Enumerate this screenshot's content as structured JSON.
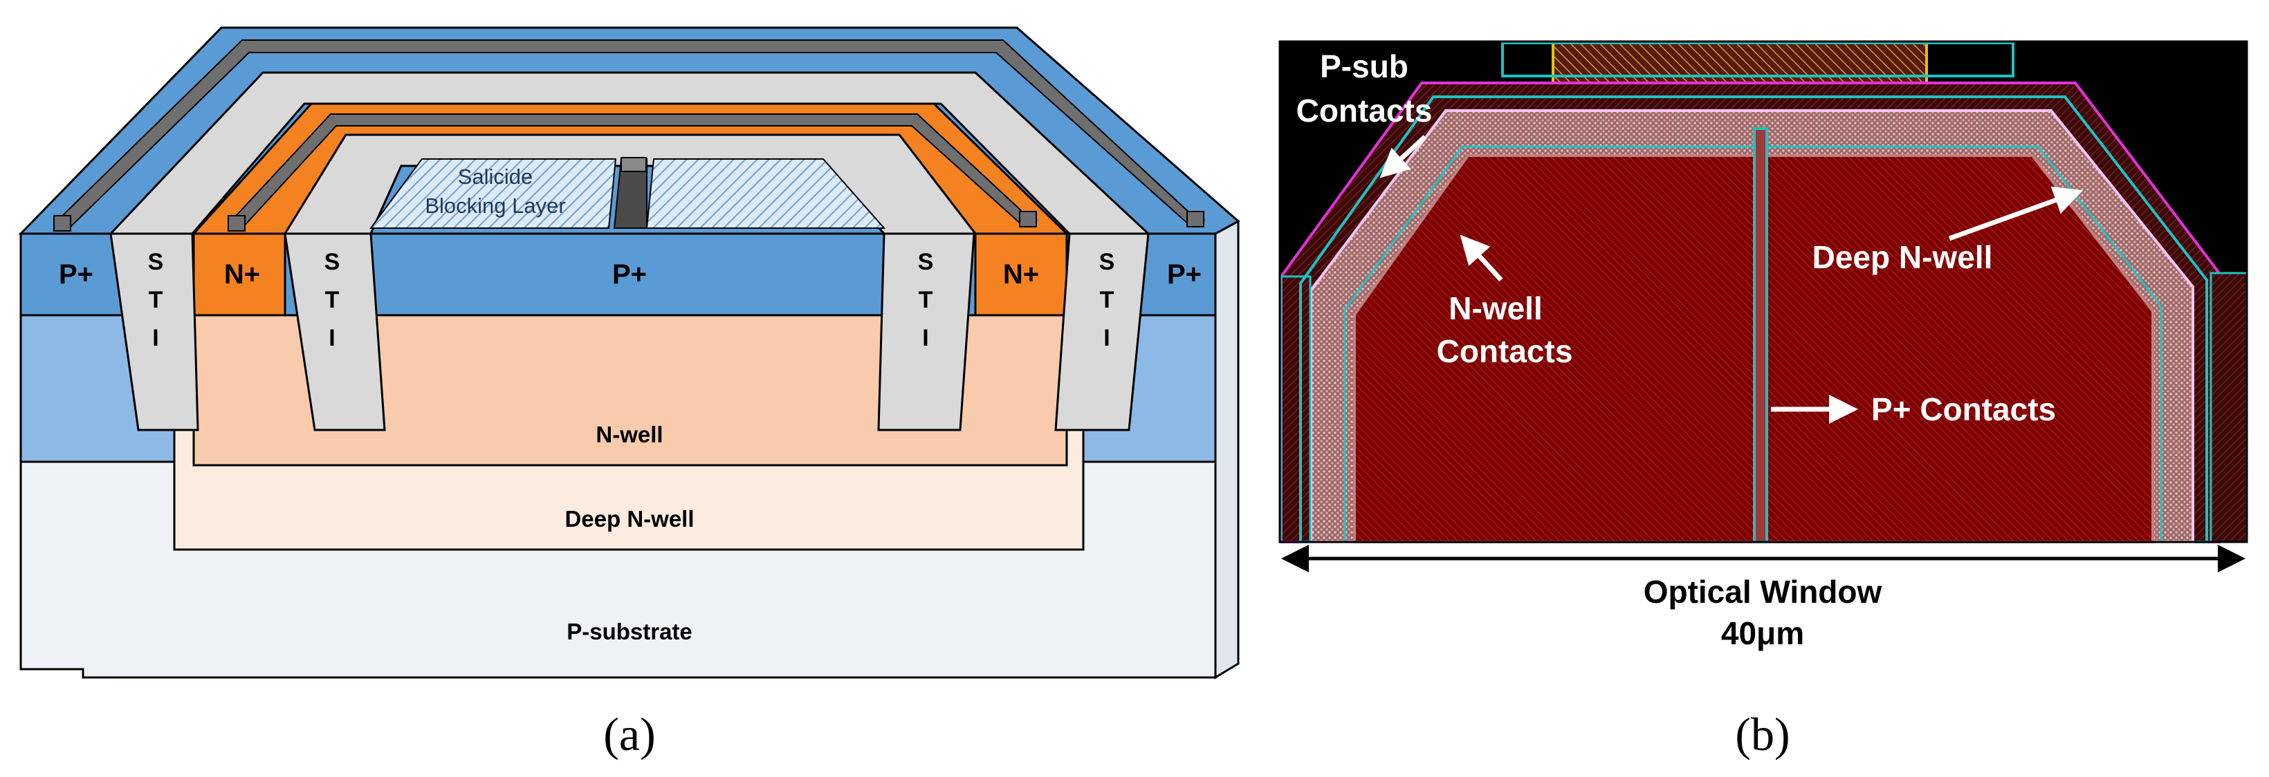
{
  "panel_a": {
    "caption": "(a)",
    "labels": {
      "p_plus_left": "P+",
      "p_plus_right": "P+",
      "p_plus_center": "P+",
      "n_plus_left": "N+",
      "n_plus_right": "N+",
      "sti_1": "S T I",
      "sti_2": "S T I",
      "sti_3": "S T I",
      "sti_4": "S T I",
      "salicide_line1": "Salicide",
      "salicide_line2": "Blocking Layer",
      "n_well": "N-well",
      "deep_n_well": "Deep N-well",
      "p_substrate": "P-substrate"
    }
  },
  "panel_b": {
    "caption": "(b)",
    "labels": {
      "psub_line1": "P-sub",
      "psub_line2": "Contacts",
      "deep_n_well": "Deep N-well",
      "nwell_line1": "N-well",
      "nwell_line2": "Contacts",
      "p_plus_contacts": "P+ Contacts",
      "window_line1": "Optical Window",
      "window_line2": "40μm"
    }
  },
  "colors": {
    "p_plus_blue": "#5b9bd5",
    "sti_gray": "#d9d9d9",
    "n_plus_orange": "#f58220",
    "n_well": "#f8cbad",
    "deep_n_well": "#fcebdf",
    "p_substrate": "#eef2f6",
    "metal_gray": "#6f6f6f",
    "layout_red": "#8b0000"
  }
}
